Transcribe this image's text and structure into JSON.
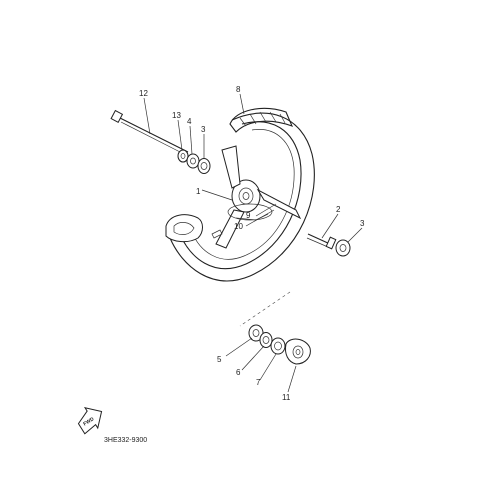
{
  "callouts": [
    "1",
    "2",
    "3",
    "3",
    "4",
    "5",
    "6",
    "7",
    "8",
    "9",
    "10",
    "11",
    "12",
    "13"
  ],
  "part_code": "3HE332-9300",
  "fwd_label": "FWD"
}
